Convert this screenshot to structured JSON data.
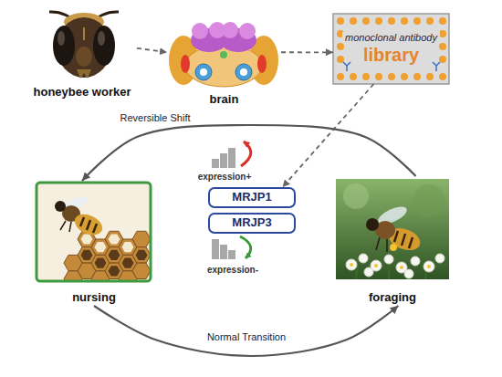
{
  "diagram": {
    "nodes": [
      {
        "text": [
          "honeybee worker"
        ]
      },
      {
        "text": [
          "brain"
        ]
      },
      {
        "text": [
          "monoclonal antibody",
          "library"
        ]
      },
      {
        "text": [
          "nursing"
        ]
      },
      {
        "text": [
          "foraging"
        ]
      },
      {
        "text": [
          "MRJP1"
        ]
      },
      {
        "text": [
          "MRJP3"
        ]
      }
    ],
    "edges": [
      {
        "from": 0,
        "to": 1,
        "arrow": "to"
      },
      {
        "from": 1,
        "to": 2,
        "arrow": "to"
      },
      {
        "from": 2,
        "to": 5,
        "arrow": "to"
      },
      {
        "from": 4,
        "to": 3,
        "label": "Reversible Shift",
        "arrow": "to"
      },
      {
        "from": 3,
        "to": 4,
        "label": "Normal Transition",
        "arrow": "to"
      }
    ],
    "labels": [
      "expression+",
      "expression-"
    ]
  }
}
